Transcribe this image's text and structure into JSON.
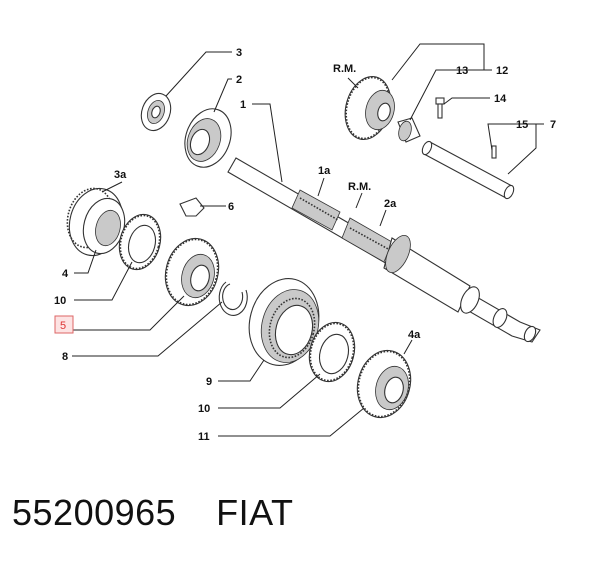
{
  "labels": {
    "l3": "3",
    "l2": "2",
    "l1": "1",
    "l3a": "3a",
    "l1a": "1a",
    "lRM1": "R.M.",
    "lRM2": "R.M.",
    "l2a": "2a",
    "l13": "13",
    "l12": "12",
    "l14": "14",
    "l15": "15",
    "l7": "7",
    "l6": "6",
    "l4": "4",
    "l10a": "10",
    "l5": "5",
    "l8": "8",
    "l9": "9",
    "l10b": "10",
    "l11": "11",
    "l4a": "4a"
  },
  "caption": {
    "part_number": "55200965",
    "brand": "FIAT"
  },
  "colors": {
    "highlight": "#d66",
    "ink": "#222"
  }
}
